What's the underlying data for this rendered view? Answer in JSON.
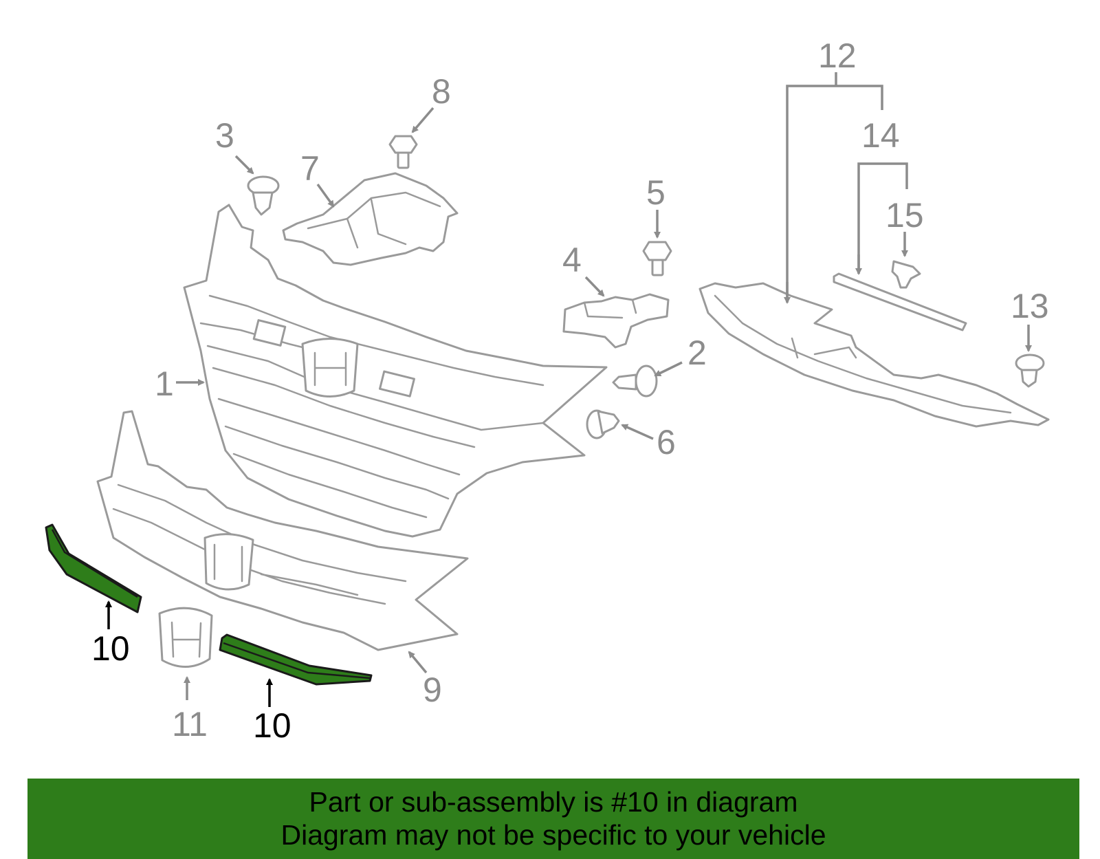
{
  "callouts": {
    "c1": "1",
    "c2": "2",
    "c3": "3",
    "c4": "4",
    "c5": "5",
    "c6": "6",
    "c7": "7",
    "c8": "8",
    "c9": "9",
    "c10a": "10",
    "c10b": "10",
    "c11": "11",
    "c12": "12",
    "c13": "13",
    "c14": "14",
    "c15": "15"
  },
  "highlighted_part": "10",
  "banner": {
    "line1": "Part or sub-assembly is #10 in diagram",
    "line2": "Diagram may not be specific to your vehicle"
  },
  "colors": {
    "highlight": "#2e7d1a",
    "part_outline": "#9a9a9a",
    "banner_background": "#2e7d1a"
  }
}
